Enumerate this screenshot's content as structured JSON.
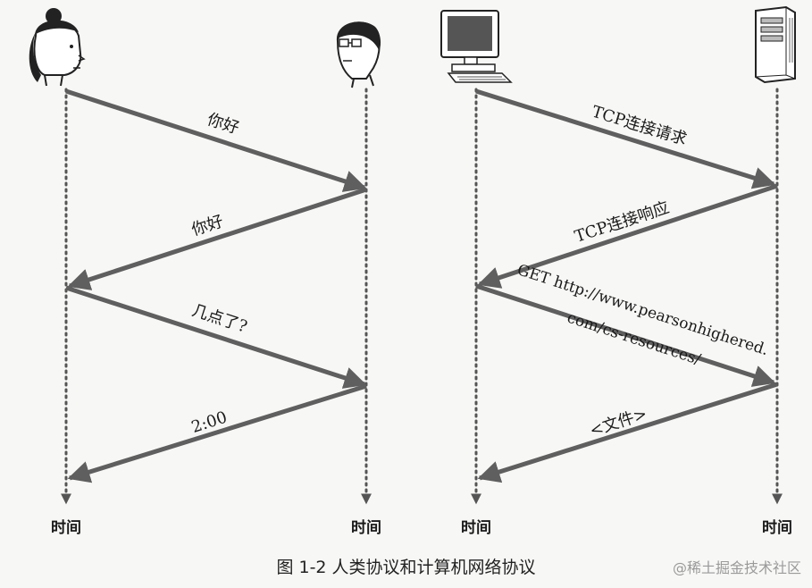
{
  "actors": {
    "human_a": {
      "icon": "woman-head-icon"
    },
    "human_b": {
      "icon": "man-with-glasses-icon"
    },
    "client": {
      "icon": "desktop-computer-icon"
    },
    "server": {
      "icon": "server-tower-icon"
    }
  },
  "time_label": "时间",
  "human_messages": [
    "你好",
    "你好",
    "几点了?",
    "2:00"
  ],
  "computer_messages": {
    "tcp_request": "TCP连接请求",
    "tcp_response": "TCP连接响应",
    "get_line1": "GET http://www.pearsonhighered.",
    "get_line2": "com/cs-resources/",
    "file": "<文件>"
  },
  "caption": "图 1-2   人类协议和计算机网络协议",
  "watermark": "@稀土掘金技术社区",
  "colors": {
    "arrow": "#5f5f5f",
    "timeline": "#555555",
    "text": "#1a1a1a",
    "background": "#f7f7f5"
  }
}
